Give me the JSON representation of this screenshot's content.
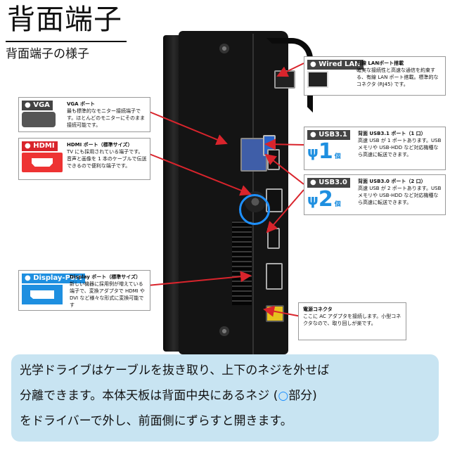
{
  "title": "背面端子",
  "subtitle": "背面端子の様子",
  "callouts": {
    "lan": {
      "label": "● Wired LAN",
      "head": "有線 LANポート搭載",
      "body": "確実な接続性と高速な通信を約束する、有線 LAN ポート搭載。標準的なコネクタ (RJ45) です。"
    },
    "vga": {
      "label": "● VGA",
      "head": "VGA ポート",
      "body": "最も標準的なモニター接続端子です。ほとんどのモニターにそのまま接続可能です。"
    },
    "hdmi": {
      "label": "● HDMI",
      "head": "HDMI ポート（標準サイズ）",
      "body": "TV にも採用されている端子です。音声と画像を 1 本のケーブルで伝送できるので便利な端子です。"
    },
    "usb31": {
      "label": "● USB3.1",
      "head": "背面 USB3.1 ポート（1 口）",
      "body": "高速 USB が 1 ポートあります。USB メモリや USB-HDD など対応機種なら高速に転送できます。",
      "count": "1",
      "unit": "個"
    },
    "usb30": {
      "label": "● USB3.0",
      "head": "背面 USB3.0 ポート（2 口）",
      "body": "高速 USB が 2 ポートあります。USB メモリや USB-HDD など対応機種なら高速に転送できます。",
      "count": "2",
      "unit": "個"
    },
    "dp": {
      "label": "● Display-Port",
      "head": "Display ポート（標準サイズ）",
      "body": "新しい機器に採用例が増えている端子で、変換アダプタで HDMI や DVI など様々な形式に変換可能です"
    },
    "power": {
      "head": "電源コネクタ",
      "body": "ここに AC アダプタを接続します。小型コネクタなので、取り回しが楽です。"
    }
  },
  "info": {
    "line1": "光学ドライブはケーブルを抜き取り、上下のネジを外せば",
    "line2_a": "分離できます。本体天板は背面中央にあるネジ (",
    "line2_mark": "○",
    "line2_b": "部分)",
    "line3": "をドライバーで外し、前面側にずらすと開きます。"
  },
  "colors": {
    "arrow": "#d9242c",
    "highlight_ring": "#1e90ff",
    "info_bg": "#c8e4f2",
    "usb_blue": "#1e8fe0"
  }
}
